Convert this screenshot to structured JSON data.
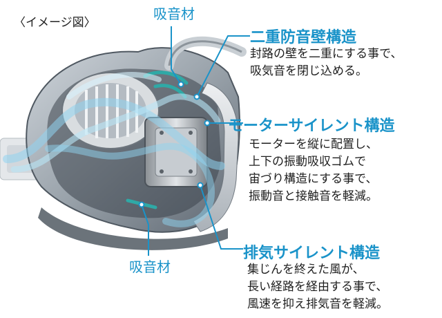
{
  "caption": "〈イメージ図〉",
  "labels": {
    "absorber_top": "吸音材",
    "absorber_bottom": "吸音材"
  },
  "blocks": [
    {
      "title": "二重防音壁構造",
      "lines": [
        "封路の壁を二重にする事で、",
        "吸気音を閉じ込める。"
      ]
    },
    {
      "title": "モーターサイレント構造",
      "lines": [
        "モーターを縦に配置し、",
        "上下の振動吸収ゴムで",
        "宙づり構造にする事で、",
        "振動音と接触音を軽減。"
      ]
    },
    {
      "title": "排気サイレント構造",
      "lines": [
        "集じんを終えた風が、",
        "長い経路を経由する事で、",
        "風速を抑え排気音を軽減。"
      ]
    }
  ],
  "colors": {
    "accent": "#1a93c9",
    "text": "#1e1e1e",
    "airflow": "#8fd3f0",
    "absorber": "#2fa9a6"
  }
}
